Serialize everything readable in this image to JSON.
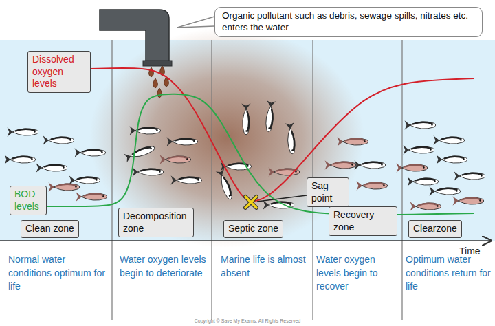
{
  "diagram": {
    "nodes": [
      {
        "text": [
          "Organic pollutant such as debris, sewage spills, nitrates etc. enters the water"
        ]
      },
      {
        "text": [
          "Dissolved oxygen levels"
        ]
      },
      {
        "text": [
          "BOD levels"
        ]
      },
      {
        "text": [
          "Clean zone"
        ]
      },
      {
        "text": [
          "Decomposition zone"
        ]
      },
      {
        "text": [
          "Septic zone"
        ]
      },
      {
        "text": [
          "Sag point"
        ]
      },
      {
        "text": [
          "Recovery zone"
        ]
      },
      {
        "text": [
          "Clearzone"
        ]
      }
    ],
    "labels": [
      "Normal water conditions optimum for life",
      "Water oxygen levels begin to deteriorate",
      "Marine life is almost absent",
      "Water oxygen levels begin to recover",
      "Optimum water conditions return for life",
      "Time",
      "Copyright © Save My Exams. All Rights Reserved"
    ]
  }
}
